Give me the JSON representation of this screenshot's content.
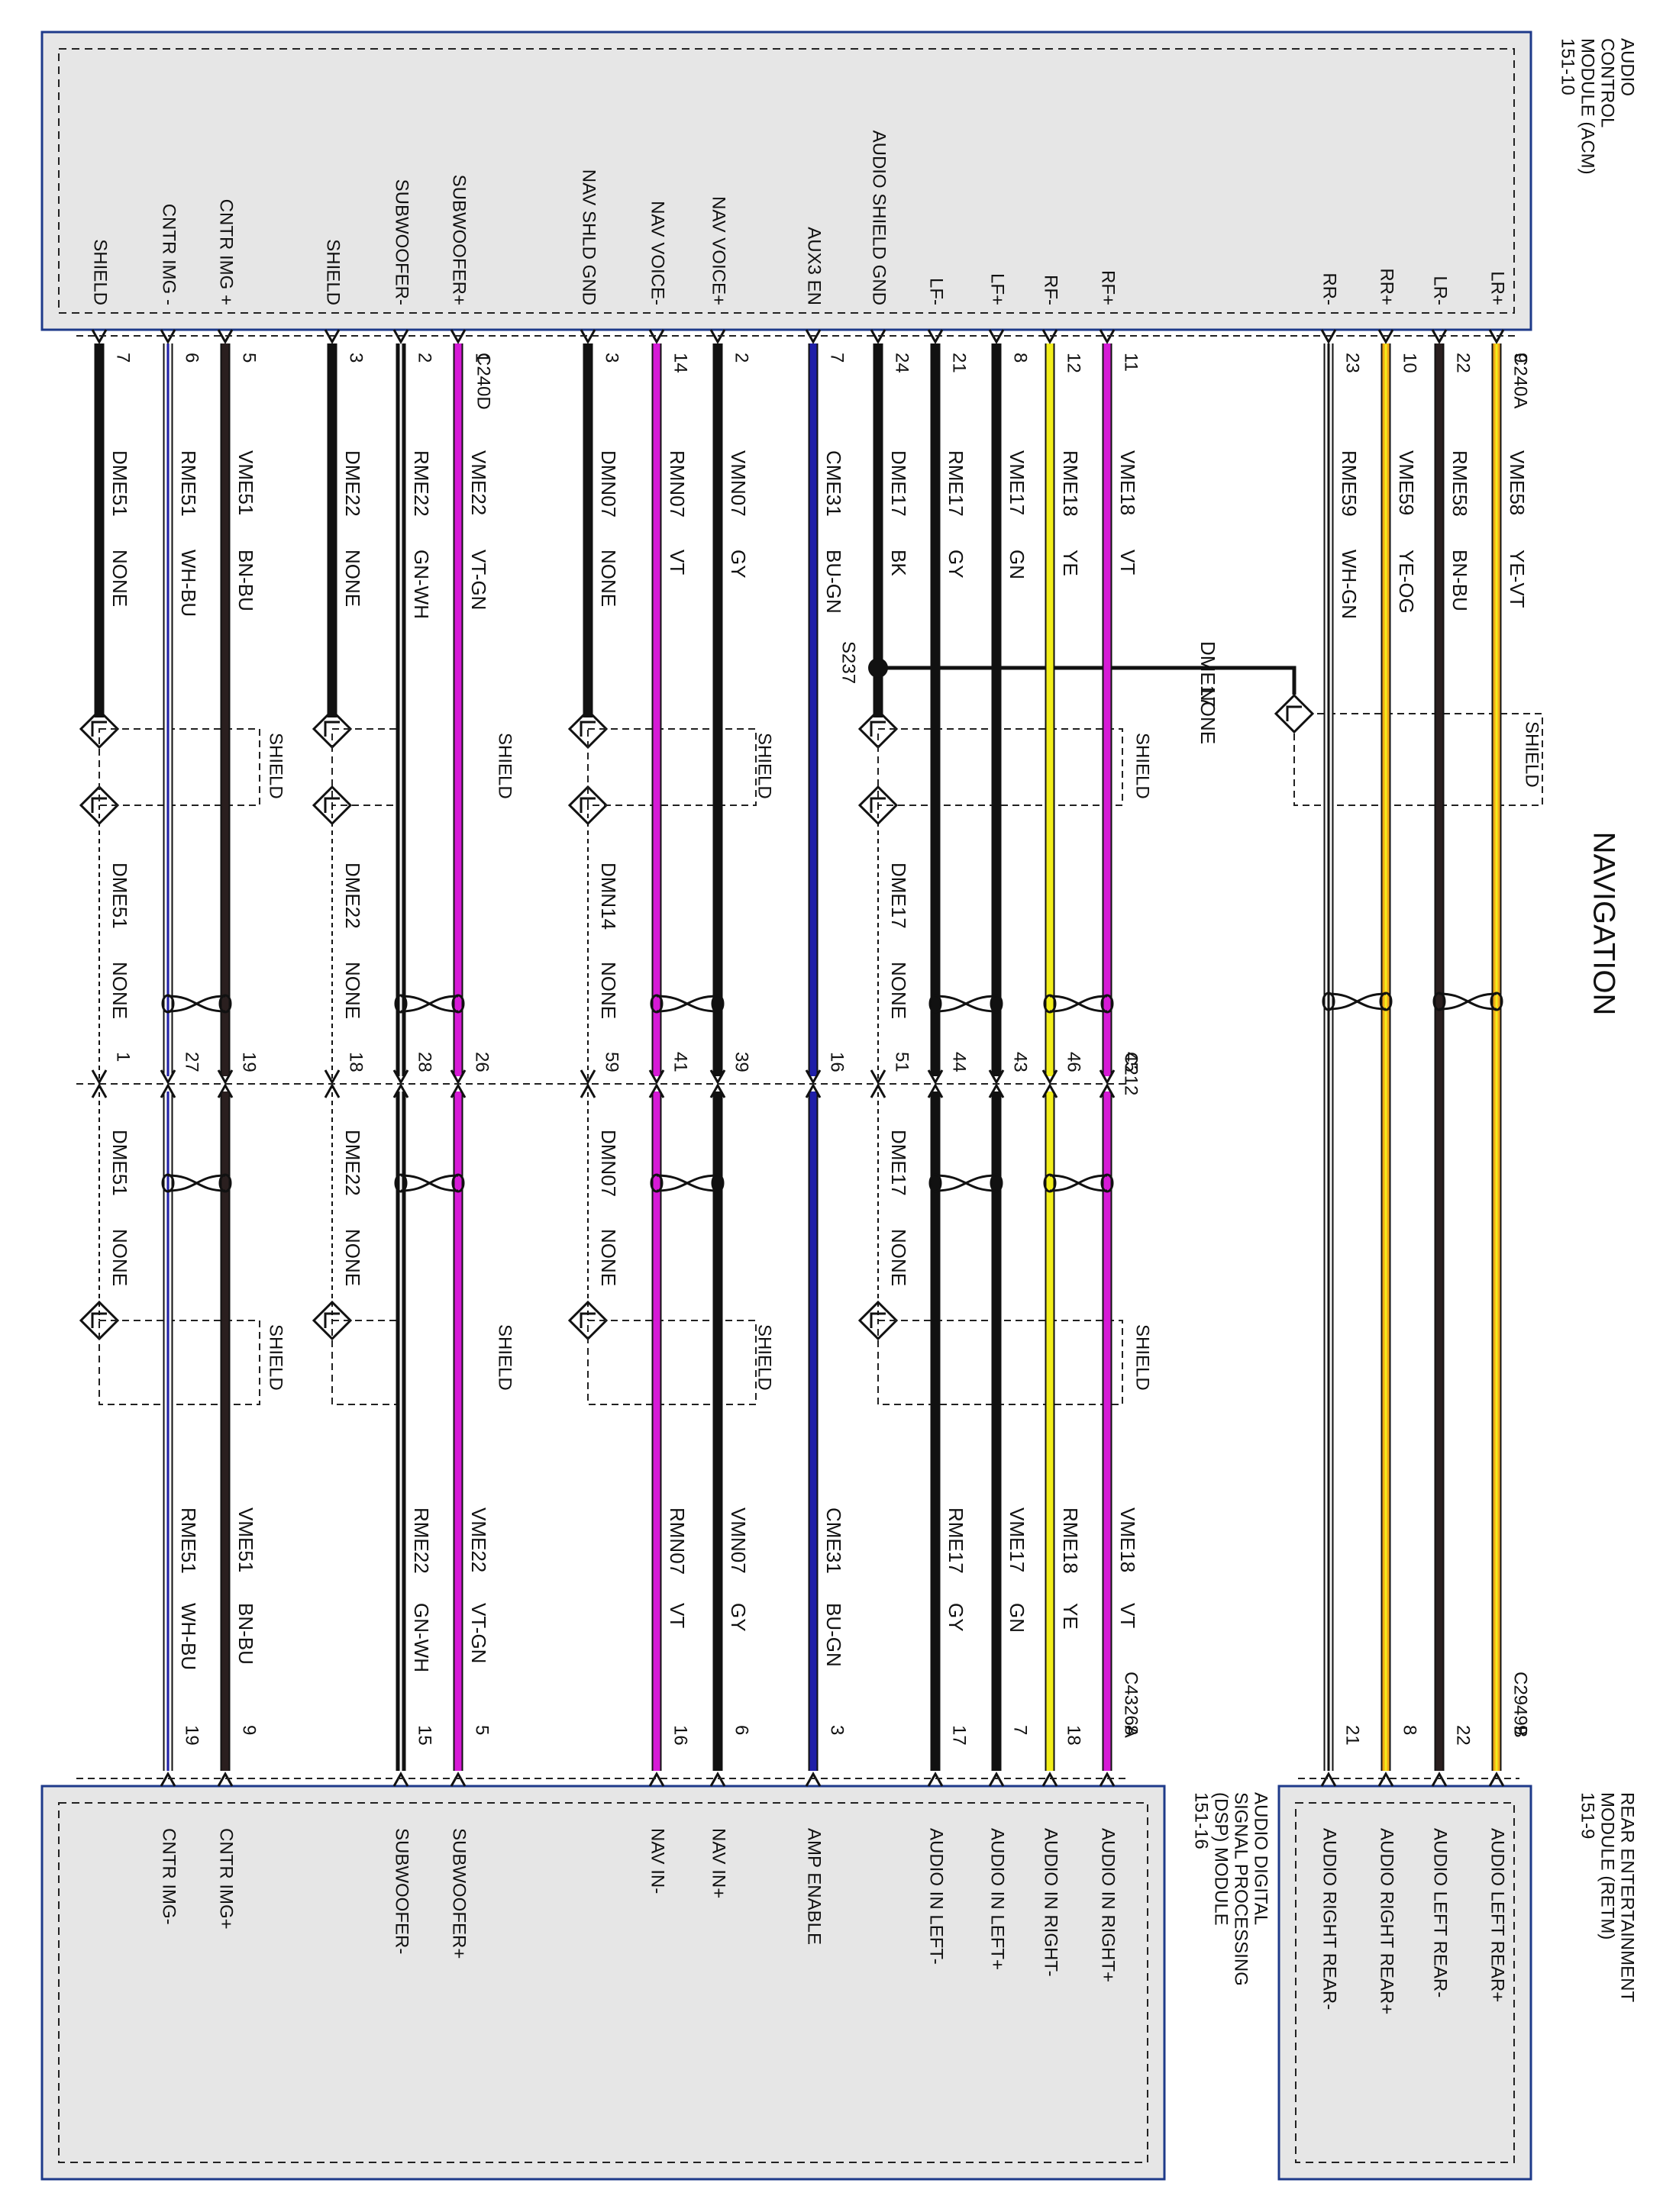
{
  "title": "NAVIGATION",
  "colors": {
    "module_fill": "#e6e6e6",
    "module_border": "#1e3a8a",
    "BK": "#111111",
    "GY": "#111111",
    "GN": "#111111",
    "VT": "#d61ad6",
    "YE": "#f2ee1a",
    "BU": "#1f1fa8",
    "WH": "#f4f4f4",
    "OG": "#f2a81a",
    "BN": "#2a1f1f"
  },
  "modules": {
    "acm": {
      "lines": [
        "AUDIO",
        "CONTROL",
        "MODULE (ACM)",
        "151-10"
      ],
      "pins": [
        "LR+",
        "LR-",
        "RR+",
        "RR-",
        "RF+",
        "RF-",
        "LF+",
        "LF-",
        "AUDIO SHIELD GND",
        "AUX3 EN",
        "NAV VOICE+",
        "NAV VOICE-",
        "NAV SHLD GND",
        "SUBWOOFER+",
        "SUBWOOFER-",
        "SHIELD",
        "CNTR IMG +",
        "CNTR IMG -",
        "SHIELD"
      ]
    },
    "retm": {
      "lines": [
        "REAR ENTERTAINMENT",
        "MODULE (RETM)",
        "151-9"
      ],
      "pins": [
        "AUDIO LEFT REAR+",
        "AUDIO LEFT REAR-",
        "AUDIO RIGHT REAR+",
        "AUDIO RIGHT REAR-"
      ]
    },
    "dsp": {
      "lines": [
        "AUDIO DIGITAL",
        "SIGNAL PROCESSING",
        "(DSP) MODULE",
        "151-16"
      ],
      "pins": [
        "AUDIO IN RIGHT+",
        "AUDIO IN RIGHT-",
        "AUDIO IN LEFT+",
        "AUDIO IN LEFT-",
        "AMP ENABLE",
        "NAV IN+",
        "NAV IN-",
        "SUBWOOFER+",
        "SUBWOOFER-",
        "CNTR IMG+",
        "CNTR IMG-"
      ]
    }
  },
  "connectors": [
    "C240A",
    "C240D",
    "C212",
    "C2949B",
    "C4326A"
  ],
  "splice": {
    "label": "S237",
    "circuit": "DME17",
    "color": "NONE"
  },
  "shield_label": "SHIELD",
  "wires": [
    {
      "pin_a": "9",
      "circuit": "VME58",
      "color": "YE-VT",
      "pin_b": "9",
      "circuit_b": "",
      "color_b": ""
    },
    {
      "pin_a": "22",
      "circuit": "RME58",
      "color": "BN-BU",
      "pin_b": "22",
      "circuit_b": "",
      "color_b": ""
    },
    {
      "pin_a": "10",
      "circuit": "VME59",
      "color": "YE-OG",
      "pin_b": "8",
      "circuit_b": "",
      "color_b": ""
    },
    {
      "pin_a": "23",
      "circuit": "RME59",
      "color": "WH-GN",
      "pin_b": "21",
      "circuit_b": "",
      "color_b": ""
    },
    {
      "pin_a": "11",
      "circuit": "VME18",
      "color": "VT",
      "pin_c": "45",
      "pin_b": "8",
      "circuit_b": "VME18",
      "color_b": "VT"
    },
    {
      "pin_a": "12",
      "circuit": "RME18",
      "color": "YE",
      "pin_c": "46",
      "pin_b": "18",
      "circuit_b": "RME18",
      "color_b": "YE"
    },
    {
      "pin_a": "8",
      "circuit": "VME17",
      "color": "GN",
      "pin_c": "43",
      "pin_b": "7",
      "circuit_b": "VME17",
      "color_b": "GN"
    },
    {
      "pin_a": "21",
      "circuit": "RME17",
      "color": "GY",
      "pin_c": "44",
      "pin_b": "17",
      "circuit_b": "RME17",
      "color_b": "GY"
    },
    {
      "pin_a": "24",
      "circuit": "DME17",
      "color": "BK",
      "pin_c": "51",
      "circuit_mid": "DME17",
      "color_mid": "NONE",
      "circuit_c": "DME17",
      "color_c": "NONE"
    },
    {
      "pin_a": "7",
      "circuit": "CME31",
      "color": "BU-GN",
      "pin_c": "16",
      "pin_b": "3",
      "circuit_b": "CME31",
      "color_b": "BU-GN"
    },
    {
      "pin_a": "2",
      "circuit": "VMN07",
      "color": "GY",
      "pin_c": "39",
      "pin_b": "6",
      "circuit_b": "VMN07",
      "color_b": "GY"
    },
    {
      "pin_a": "14",
      "circuit": "RMN07",
      "color": "VT",
      "pin_c": "41",
      "pin_b": "16",
      "circuit_b": "RMN07",
      "color_b": "VT"
    },
    {
      "pin_a": "3",
      "circuit": "DMN07",
      "color": "NONE",
      "pin_c": "59",
      "circuit_mid": "DMN14",
      "color_mid": "NONE",
      "circuit_c": "DMN07",
      "color_c": "NONE"
    },
    {
      "pin_a": "1",
      "circuit": "VME22",
      "color": "VT-GN",
      "pin_c": "26",
      "pin_b": "5",
      "circuit_b": "VME22",
      "color_b": "VT-GN"
    },
    {
      "pin_a": "2",
      "circuit": "RME22",
      "color": "GN-WH",
      "pin_c": "28",
      "pin_b": "15",
      "circuit_b": "RME22",
      "color_b": "GN-WH"
    },
    {
      "pin_a": "3",
      "circuit": "DME22",
      "color": "NONE",
      "pin_c": "18",
      "circuit_mid": "DME22",
      "color_mid": "NONE",
      "circuit_c": "DME22",
      "color_c": "NONE"
    },
    {
      "pin_a": "5",
      "circuit": "VME51",
      "color": "BN-BU",
      "pin_c": "19",
      "pin_b": "9",
      "circuit_b": "VME51",
      "color_b": "BN-BU"
    },
    {
      "pin_a": "6",
      "circuit": "RME51",
      "color": "WH-BU",
      "pin_c": "27",
      "pin_b": "19",
      "circuit_b": "RME51",
      "color_b": "WH-BU"
    },
    {
      "pin_a": "7",
      "circuit": "DME51",
      "color": "NONE",
      "pin_c": "1",
      "circuit_mid": "DME51",
      "color_mid": "NONE",
      "circuit_c": "DME51",
      "color_c": "NONE"
    }
  ]
}
